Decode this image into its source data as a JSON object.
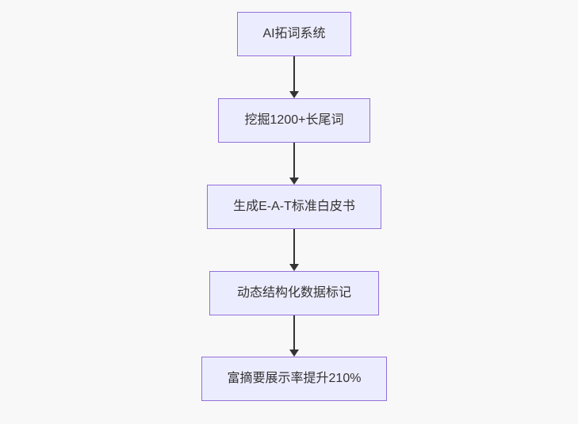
{
  "diagram": {
    "type": "flowchart-top-down",
    "nodes": [
      {
        "label": "AI拓词系统"
      },
      {
        "label": "挖掘1200+长尾词"
      },
      {
        "label": "生成E-A-T标准白皮书"
      },
      {
        "label": "动态结构化数据标记"
      },
      {
        "label": "富摘要展示率提升210%"
      }
    ],
    "edges": [
      {
        "from": 0,
        "to": 1
      },
      {
        "from": 1,
        "to": 2
      },
      {
        "from": 2,
        "to": 3
      },
      {
        "from": 3,
        "to": 4
      }
    ],
    "colors": {
      "background": "#f8f8f8",
      "node_fill": "#ECECFF",
      "node_border": "#9370DB",
      "text": "#333333",
      "arrow": "#333333"
    }
  }
}
